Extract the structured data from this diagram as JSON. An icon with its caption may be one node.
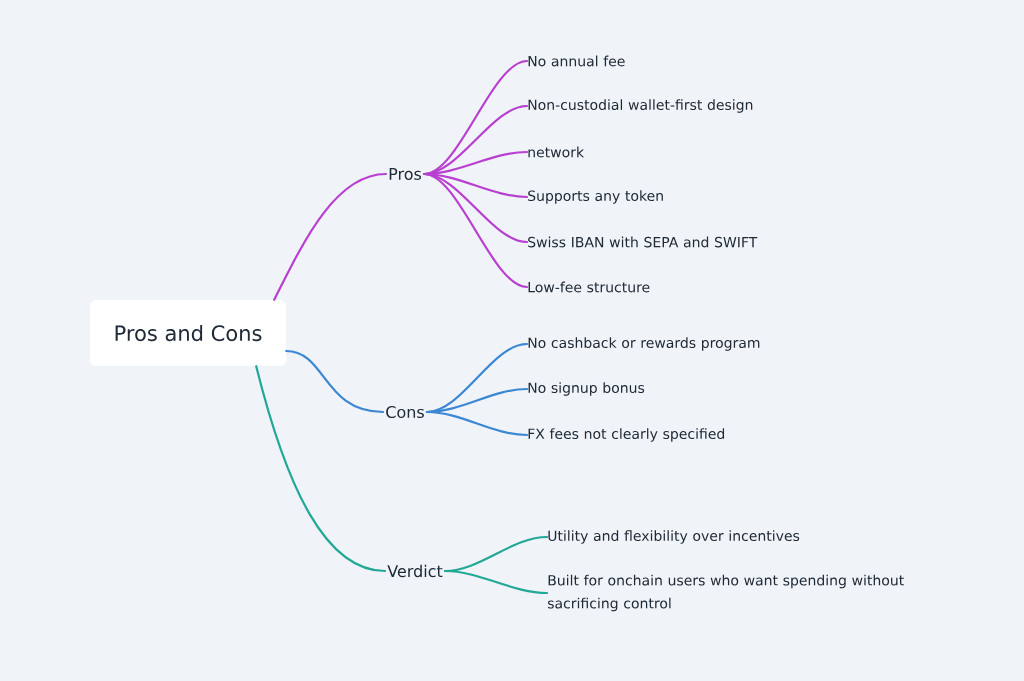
{
  "diagram": {
    "nodes": [
      {
        "text": [
          "Pros and Cons"
        ]
      },
      {
        "text": [
          "Pros"
        ]
      },
      {
        "text": [
          "No annual fee"
        ]
      },
      {
        "text": [
          "Non-custodial wallet-first design"
        ]
      },
      {
        "text": [
          "network"
        ]
      },
      {
        "text": [
          "Supports any token"
        ]
      },
      {
        "text": [
          "Swiss IBAN with SEPA and SWIFT"
        ]
      },
      {
        "text": [
          "Low-fee structure"
        ]
      },
      {
        "text": [
          "Cons"
        ]
      },
      {
        "text": [
          "No cashback or rewards program"
        ]
      },
      {
        "text": [
          "No signup bonus"
        ]
      },
      {
        "text": [
          "FX fees not clearly specified"
        ]
      },
      {
        "text": [
          "Verdict"
        ]
      },
      {
        "text": [
          "Utility and flexibility over incentives"
        ]
      },
      {
        "text": [
          "Built for onchain users who want spending without sacrificing control"
        ]
      }
    ],
    "edges": [
      {
        "from": 0,
        "to": 1,
        "arrow": "none",
        "color": "#b83fd0"
      },
      {
        "from": 0,
        "to": 8,
        "arrow": "none",
        "color": "#3b87d4"
      },
      {
        "from": 0,
        "to": 12,
        "arrow": "none",
        "color": "#22a896"
      },
      {
        "from": 1,
        "to": 2,
        "arrow": "none",
        "color": "#b83fd0"
      },
      {
        "from": 1,
        "to": 3,
        "arrow": "none",
        "color": "#b83fd0"
      },
      {
        "from": 1,
        "to": 4,
        "arrow": "none",
        "color": "#b83fd0"
      },
      {
        "from": 1,
        "to": 5,
        "arrow": "none",
        "color": "#b83fd0"
      },
      {
        "from": 1,
        "to": 6,
        "arrow": "none",
        "color": "#b83fd0"
      },
      {
        "from": 1,
        "to": 7,
        "arrow": "none",
        "color": "#b83fd0"
      },
      {
        "from": 8,
        "to": 9,
        "arrow": "none",
        "color": "#3b87d4"
      },
      {
        "from": 8,
        "to": 10,
        "arrow": "none",
        "color": "#3b87d4"
      },
      {
        "from": 8,
        "to": 11,
        "arrow": "none",
        "color": "#3b87d4"
      },
      {
        "from": 12,
        "to": 13,
        "arrow": "none",
        "color": "#22a896"
      },
      {
        "from": 12,
        "to": 14,
        "arrow": "none",
        "color": "#22a896"
      }
    ]
  }
}
